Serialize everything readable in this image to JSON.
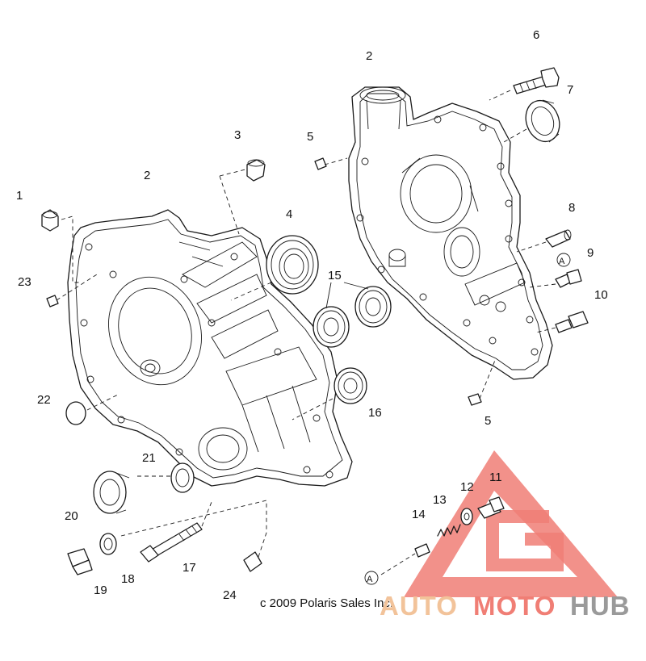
{
  "copyright": "c 2009 Polaris Sales Inc.",
  "watermark": {
    "part1": "AUTO",
    "part2": "MOTO",
    "part3": "HUB",
    "color1": "#f2c39a",
    "color2": "#f07e75",
    "color3": "#9a9a9a"
  },
  "callouts": {
    "c1": "1",
    "c2a": "2",
    "c2b": "2",
    "c3": "3",
    "c4": "4",
    "c5a": "5",
    "c5b": "5",
    "c6": "6",
    "c7": "7",
    "c8": "8",
    "c9": "9",
    "c10": "10",
    "c11": "11",
    "c12": "12",
    "c13": "13",
    "c14": "14",
    "c15": "15",
    "c16": "16",
    "c17": "17",
    "c18": "18",
    "c19": "19",
    "c20": "20",
    "c21": "21",
    "c22": "22",
    "c23": "23",
    "c24": "24",
    "refA1": "A",
    "refA2": "A"
  }
}
